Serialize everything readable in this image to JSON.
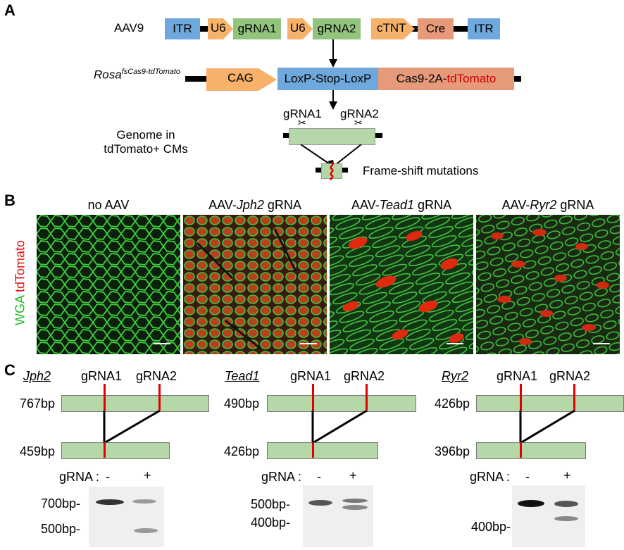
{
  "panel_labels": {
    "a": "A",
    "b": "B",
    "c": "C"
  },
  "panel_a": {
    "aav9_label": "AAV9",
    "aav9_elements": [
      "ITR",
      "U6",
      "gRNA1",
      "U6",
      "gRNA2",
      "cTNT",
      "Cre",
      "ITR"
    ],
    "rosa_label": "Rosa",
    "rosa_superscript": "fsCas9-tdTomato",
    "rosa_elements": {
      "cag": "CAG",
      "lsl": "LoxP-Stop-LoxP",
      "cas9_prefix": "Cas9-2A-",
      "tdtomato": "tdTomato"
    },
    "genome_label_line1": "Genome in",
    "genome_label_line2": "tdTomato+ CMs",
    "cut_labels": [
      "gRNA1",
      "gRNA2"
    ],
    "mutation_label": "Frame-shift mutations",
    "colors": {
      "itr": "#6fa8dc",
      "promoter": "#f6b26b",
      "grna": "#93c47d",
      "cre": "#e69a7a",
      "tdtomato_text": "#cc0000"
    }
  },
  "panel_b": {
    "titles": [
      {
        "prefix": "no AAV",
        "gene": "",
        "suffix": ""
      },
      {
        "prefix": "AAV-",
        "gene": "Jph2",
        "suffix": " gRNA"
      },
      {
        "prefix": "AAV-",
        "gene": "Tead1",
        "suffix": " gRNA"
      },
      {
        "prefix": "AAV-",
        "gene": "Ryr2",
        "suffix": " gRNA"
      }
    ],
    "stain_wga": "WGA",
    "stain_tdtomato": "tdTomato",
    "colors": {
      "wga": "#22bb22",
      "tdtomato": "#dd1111"
    }
  },
  "panel_c": {
    "grna_labels": [
      "gRNA1",
      "gRNA2"
    ],
    "gel_row_label": "gRNA :",
    "gel_lanes": [
      "-",
      "+"
    ],
    "genes": [
      {
        "name": "Jph2",
        "wt_size": "767bp",
        "del_size": "459bp",
        "markers": [
          "700bp-",
          "500bp-"
        ]
      },
      {
        "name": "Tead1",
        "wt_size": "490bp",
        "del_size": "426bp",
        "markers": [
          "500bp-",
          "400bp-"
        ]
      },
      {
        "name": "Ryr2",
        "wt_size": "426bp",
        "del_size": "396bp",
        "markers": [
          "400bp-"
        ]
      }
    ]
  }
}
